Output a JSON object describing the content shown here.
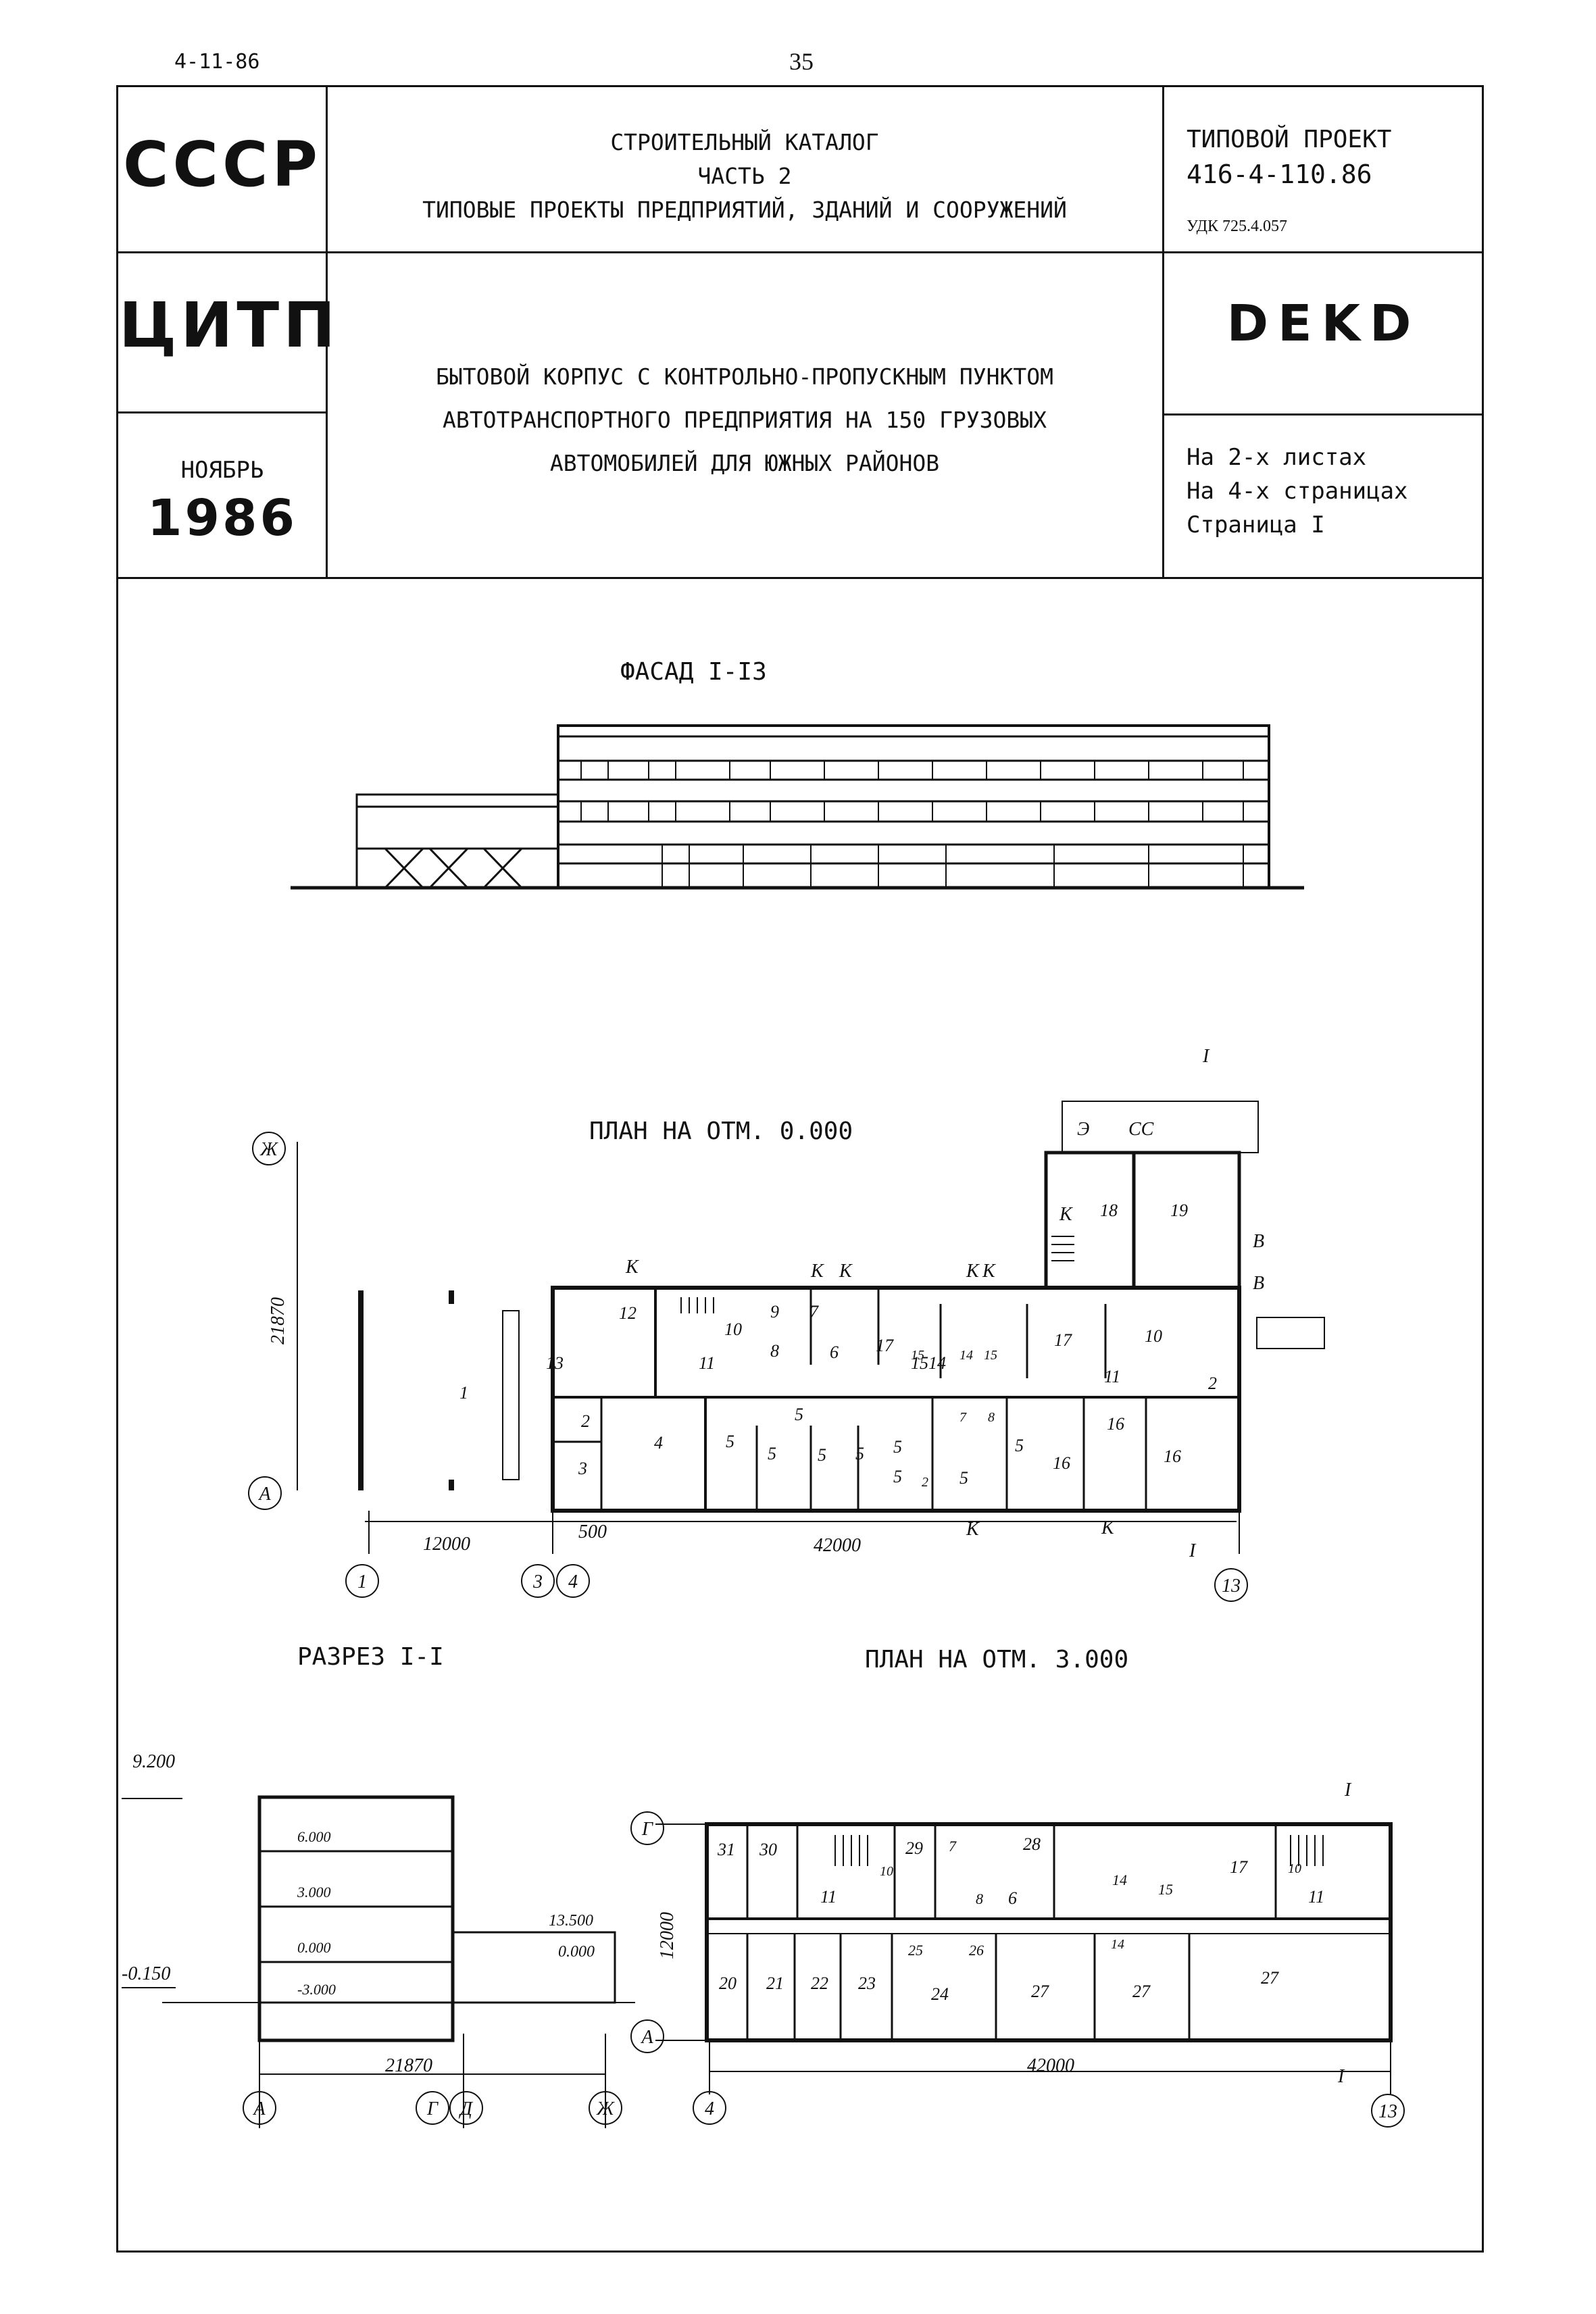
{
  "page": {
    "code": "4-11-86",
    "number": "35"
  },
  "header": {
    "org1": "СССР",
    "org2": "ЦИТП",
    "month": "НОЯБРЬ",
    "year": "1986",
    "catalog": [
      "СТРОИТЕЛЬНЫЙ КАТАЛОГ",
      "ЧАСТЬ 2",
      "ТИПОВЫЕ ПРОЕКТЫ ПРЕДПРИЯТИЙ, ЗДАНИЙ И СООРУЖЕНИЙ"
    ],
    "project_label": "ТИПОВОЙ ПРОЕКТ",
    "project_code": "416-4-110.86",
    "udk": "УДК 725.4.057",
    "title": [
      "БЫТОВОЙ КОРПУС С КОНТРОЛЬНО-ПРОПУСКНЫМ ПУНКТОМ",
      "АВТОТРАНСПОРТНОГО ПРЕДПРИЯТИЯ  НА 150 ГРУЗОВЫХ",
      "АВТОМОБИЛЕЙ ДЛЯ ЮЖНЫХ РАЙОНОВ"
    ],
    "stamp": "DEKD",
    "sheets": [
      "На 2-х листах",
      "На 4-х страницах",
      "Страница I"
    ]
  },
  "drawings": {
    "facade_title": "ФАСАД I-I3",
    "plan0_title": "ПЛАН НА ОТМ. 0.000",
    "section_title": "РАЗРЕЗ I-I",
    "plan3_title": "ПЛАН НА ОТМ. 3.000",
    "dims": {
      "d21870": "21870",
      "d12000": "12000",
      "d500": "500",
      "d42000": "42000",
      "d42000b": "42000",
      "d12000v": "12000",
      "d21870b": "21870"
    },
    "axes": {
      "zh": "Ж",
      "a": "А",
      "n1": "1",
      "n3": "3",
      "n4": "4",
      "n13": "13",
      "g": "Г",
      "a2": "А",
      "n4b": "4",
      "n13b": "13",
      "sa": "А",
      "sg": "Г",
      "sd": "Д",
      "szh": "Ж"
    },
    "levels": {
      "l9200": "9.200",
      "l6000": "6.000",
      "l3000": "3.000",
      "l0000": "0.000",
      "lm0150": "-0.150",
      "lm3000": "-3.000",
      "l13500": "13.500",
      "l0000b": "0.000"
    },
    "cut_mark": "I",
    "labels": {
      "K": "К",
      "E": "Э",
      "SS": "СС",
      "V": "В"
    },
    "rooms0": [
      "1",
      "2",
      "3",
      "4",
      "5",
      "5",
      "5",
      "5",
      "5",
      "5",
      "5",
      "5",
      "5",
      "6",
      "7",
      "8",
      "9",
      "10",
      "11",
      "12",
      "13",
      "14",
      "15",
      "16",
      "16",
      "16",
      "17",
      "17",
      "18",
      "19",
      "10",
      "11",
      "2",
      "2",
      "7",
      "8",
      "15",
      "14",
      "15"
    ],
    "rooms3": [
      "31",
      "30",
      "29",
      "28",
      "17",
      "11",
      "11",
      "10",
      "10",
      "7",
      "8",
      "6",
      "14",
      "15",
      "20",
      "21",
      "22",
      "23",
      "24",
      "25",
      "26",
      "27",
      "27",
      "27",
      "14"
    ]
  }
}
